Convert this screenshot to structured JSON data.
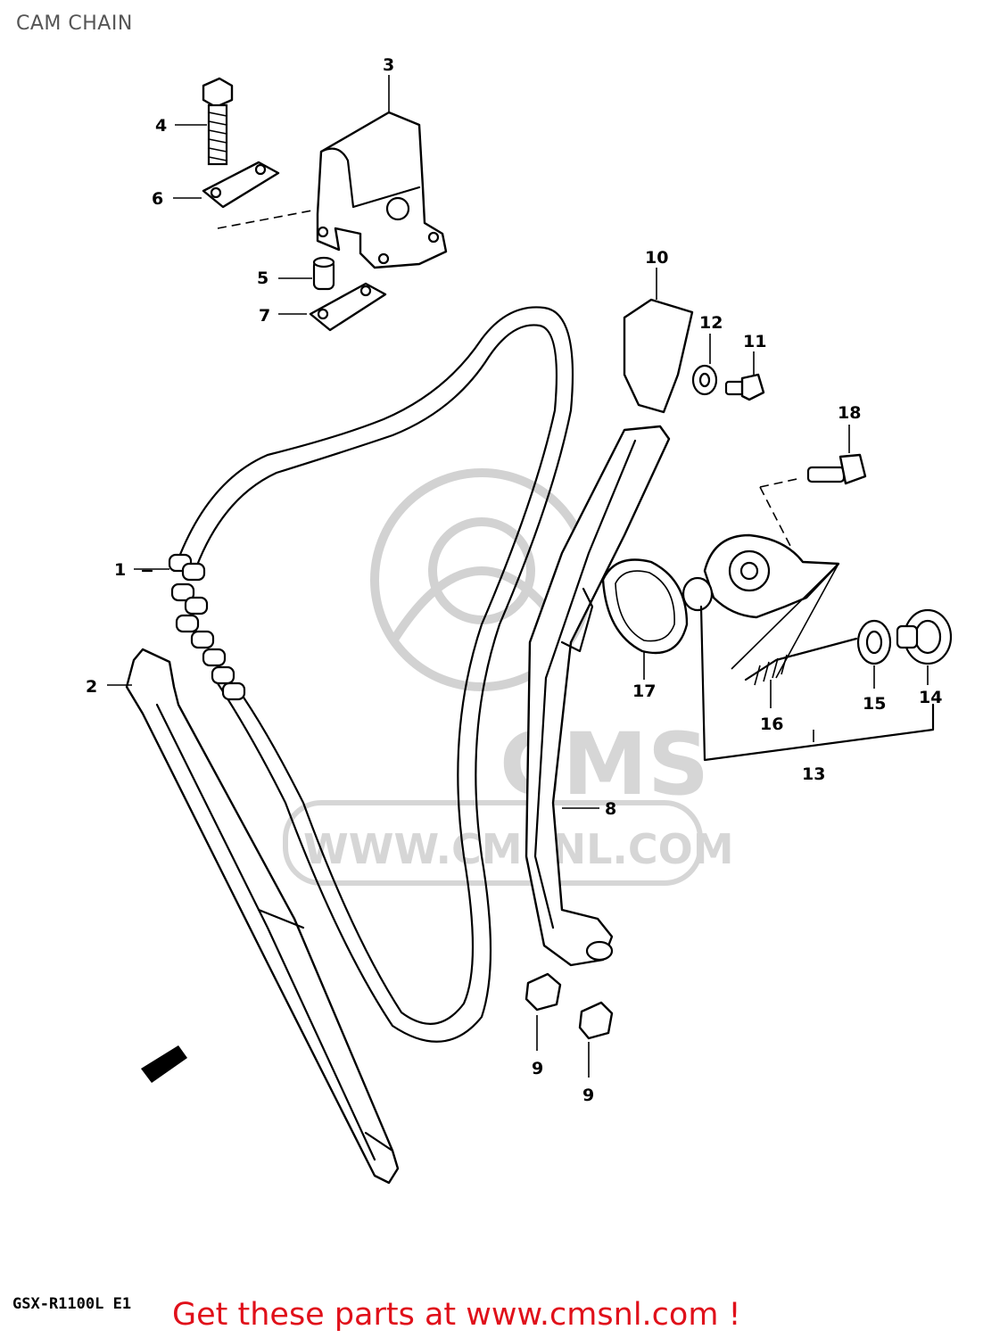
{
  "header": {
    "title": "CAM CHAIN"
  },
  "watermark": {
    "brand": "CMS",
    "url": "WWW.CMSNL.COM"
  },
  "callouts": [
    {
      "id": "1",
      "label": "1"
    },
    {
      "id": "2",
      "label": "2"
    },
    {
      "id": "3",
      "label": "3"
    },
    {
      "id": "4",
      "label": "4"
    },
    {
      "id": "5",
      "label": "5"
    },
    {
      "id": "6",
      "label": "6"
    },
    {
      "id": "7",
      "label": "7"
    },
    {
      "id": "8",
      "label": "8"
    },
    {
      "id": "9a",
      "label": "9"
    },
    {
      "id": "9b",
      "label": "9"
    },
    {
      "id": "10",
      "label": "10"
    },
    {
      "id": "11",
      "label": "11"
    },
    {
      "id": "12",
      "label": "12"
    },
    {
      "id": "13",
      "label": "13"
    },
    {
      "id": "14",
      "label": "14"
    },
    {
      "id": "15",
      "label": "15"
    },
    {
      "id": "16",
      "label": "16"
    },
    {
      "id": "17",
      "label": "17"
    },
    {
      "id": "18",
      "label": "18"
    }
  ],
  "footer": {
    "model_code": "GSX-R1100L E1",
    "link_text": "Get these parts at www.cmsnl.com !"
  },
  "colors": {
    "link": "#e0101a",
    "title": "#555555",
    "watermark": "#d2d2d2"
  }
}
